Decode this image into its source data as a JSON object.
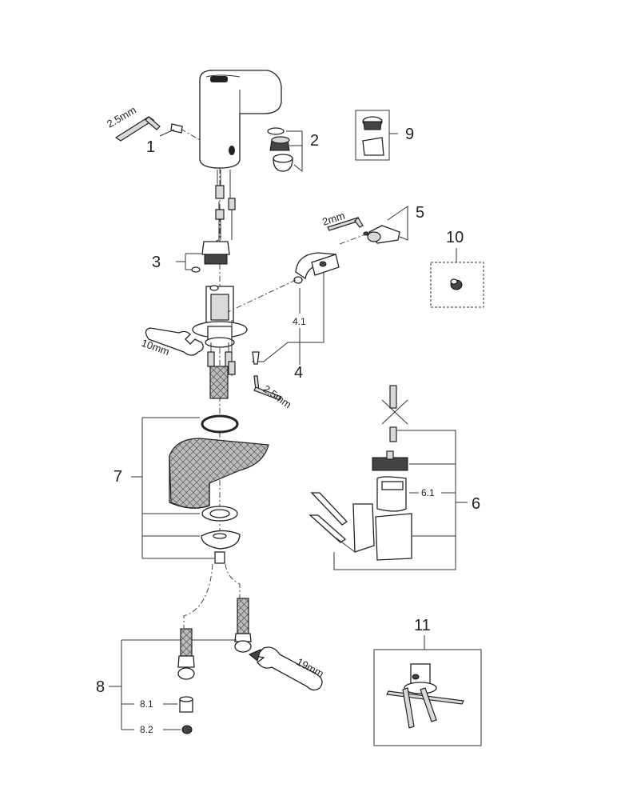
{
  "callouts": {
    "c1": "1",
    "c2": "2",
    "c3": "3",
    "c4": "4",
    "c4_1": "4.1",
    "c5": "5",
    "c6": "6",
    "c6_1": "6.1",
    "c7": "7",
    "c8": "8",
    "c8_1": "8.1",
    "c8_2": "8.2",
    "c9": "9",
    "c10": "10",
    "c11": "11"
  },
  "tools": {
    "hex_key_top": "2.5mm",
    "hex_key_handle": "2mm",
    "hex_key_bottom": "2.5mm",
    "wrench_body": "10mm",
    "wrench_hose": "19mm"
  }
}
